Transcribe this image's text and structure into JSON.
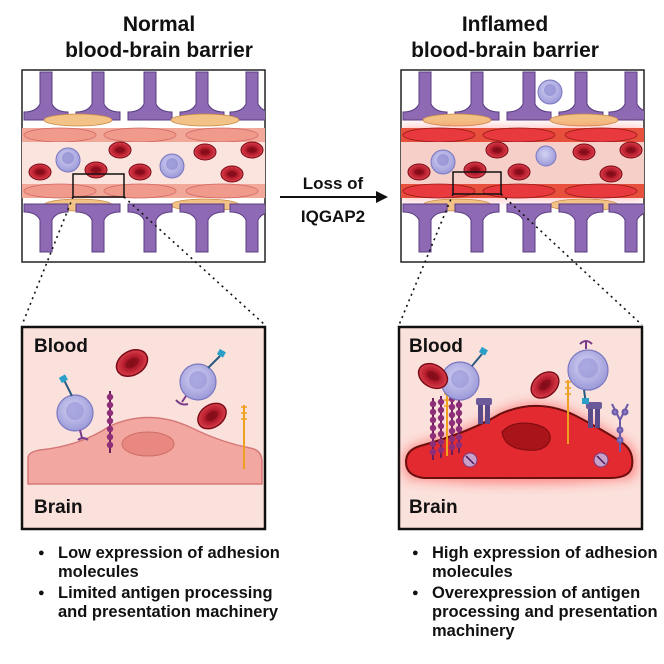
{
  "left": {
    "title_line1": "Normal",
    "title_line2": "blood-brain barrier",
    "zoom_top_label": "Blood",
    "zoom_bottom_label": "Brain",
    "bullets": [
      "Low expression of adhesion molecules",
      "Limited antigen processing and presentation machinery"
    ]
  },
  "right": {
    "title_line1": "Inflamed",
    "title_line2": "blood-brain barrier",
    "zoom_top_label": "Blood",
    "zoom_bottom_label": "Brain",
    "bullets": [
      "High expression of adhesion molecules",
      "Overexpression of antigen processing and presentation machinery"
    ]
  },
  "arrow": {
    "line1": "Loss of",
    "line2": "IQGAP2"
  },
  "colors": {
    "endothelial": "#f2a898",
    "endothelial_edge": "#d26a66",
    "inflamed_cell": "#e83a3e",
    "inflamed_edge": "#8a1414",
    "pericyte": "#f2c286",
    "astrocyte": "#8e6ab4",
    "rbc": "#c8283a",
    "leukocyte": "#b3b2e6",
    "blood_bg": "#fbe3de"
  },
  "icons": [
    "red-blood-cell-icon",
    "leukocyte-icon",
    "astrocyte-endfoot-icon",
    "adhesion-molecule-icon"
  ]
}
